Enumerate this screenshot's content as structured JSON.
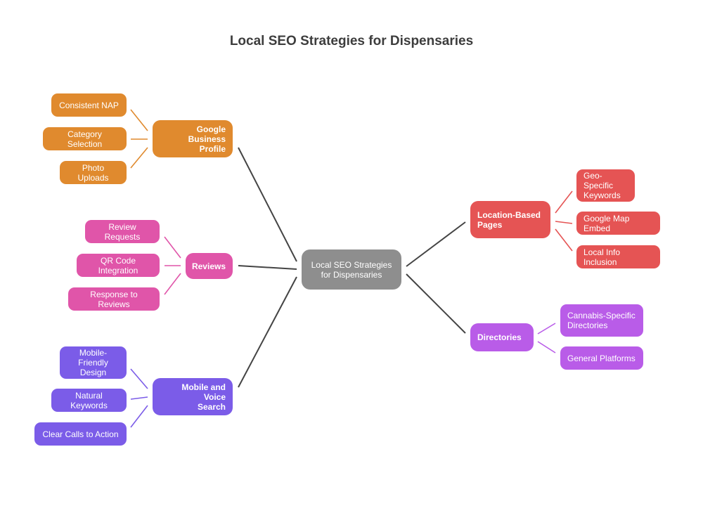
{
  "title": "Local SEO Strategies for Dispensaries",
  "center": {
    "label": "Local SEO Strategies\nfor Dispensaries",
    "color": "#8e8e8e"
  },
  "branches": {
    "google_business_profile": {
      "label": "Google Business\nProfile",
      "color": "#e08a2e",
      "leaves": [
        "Consistent NAP",
        "Category Selection",
        "Photo Uploads"
      ]
    },
    "reviews": {
      "label": "Reviews",
      "color": "#e055a9",
      "leaves": [
        "Review Requests",
        "QR Code Integration",
        "Response to Reviews"
      ]
    },
    "mobile_voice": {
      "label": "Mobile and Voice\nSearch",
      "color": "#7b5ce8",
      "leaves": [
        "Mobile-Friendly\nDesign",
        "Natural Keywords",
        "Clear Calls to Action"
      ]
    },
    "location_pages": {
      "label": "Location-Based\nPages",
      "color": "#e55454",
      "leaves": [
        "Geo-Specific\nKeywords",
        "Google Map Embed",
        "Local Info Inclusion"
      ]
    },
    "directories": {
      "label": "Directories",
      "color": "#b95ce8",
      "leaves": [
        "Cannabis-Specific\nDirectories",
        "General Platforms"
      ]
    }
  }
}
